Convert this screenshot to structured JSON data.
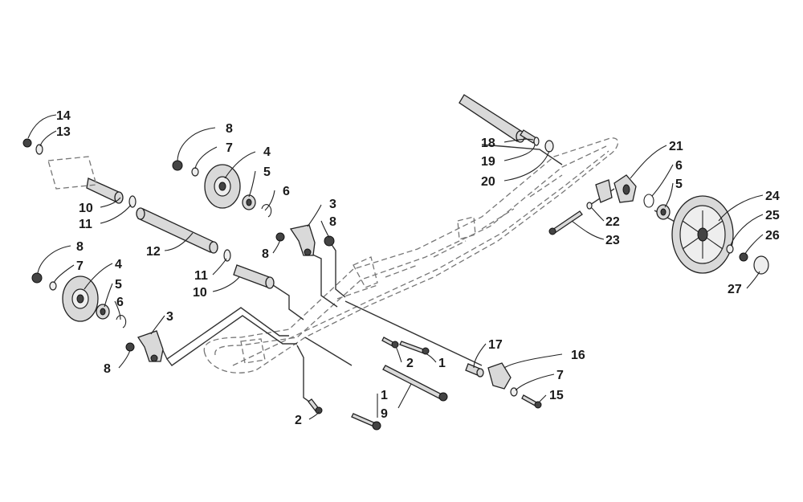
{
  "callouts": [
    {
      "id": "c-14a",
      "text": "14"
    },
    {
      "id": "c-13a",
      "text": "13"
    },
    {
      "id": "c-8a",
      "text": "8"
    },
    {
      "id": "c-7a",
      "text": "7"
    },
    {
      "id": "c-4a",
      "text": "4"
    },
    {
      "id": "c-5a",
      "text": "5"
    },
    {
      "id": "c-6a",
      "text": "6"
    },
    {
      "id": "c-10a",
      "text": "10"
    },
    {
      "id": "c-11a",
      "text": "11"
    },
    {
      "id": "c-12",
      "text": "12"
    },
    {
      "id": "c-3a",
      "text": "3"
    },
    {
      "id": "c-8b",
      "text": "8"
    },
    {
      "id": "c-8c",
      "text": "8"
    },
    {
      "id": "c-11b",
      "text": "11"
    },
    {
      "id": "c-10b",
      "text": "10"
    },
    {
      "id": "c-8d",
      "text": "8"
    },
    {
      "id": "c-7b",
      "text": "7"
    },
    {
      "id": "c-4b",
      "text": "4"
    },
    {
      "id": "c-5b",
      "text": "5"
    },
    {
      "id": "c-6b",
      "text": "6"
    },
    {
      "id": "c-3b",
      "text": "3"
    },
    {
      "id": "c-8e",
      "text": "8"
    },
    {
      "id": "c-2a",
      "text": "2"
    },
    {
      "id": "c-1a",
      "text": "1"
    },
    {
      "id": "c-1b",
      "text": "1"
    },
    {
      "id": "c-9",
      "text": "9"
    },
    {
      "id": "c-2b",
      "text": "2"
    },
    {
      "id": "c-17",
      "text": "17"
    },
    {
      "id": "c-16",
      "text": "16"
    },
    {
      "id": "c-7c",
      "text": "7"
    },
    {
      "id": "c-15",
      "text": "15"
    },
    {
      "id": "c-18",
      "text": "18"
    },
    {
      "id": "c-19",
      "text": "19"
    },
    {
      "id": "c-20",
      "text": "20"
    },
    {
      "id": "c-21",
      "text": "21"
    },
    {
      "id": "c-6c",
      "text": "6"
    },
    {
      "id": "c-5c",
      "text": "5"
    },
    {
      "id": "c-22",
      "text": "22"
    },
    {
      "id": "c-23",
      "text": "23"
    },
    {
      "id": "c-24",
      "text": "24"
    },
    {
      "id": "c-25",
      "text": "25"
    },
    {
      "id": "c-26",
      "text": "26"
    },
    {
      "id": "c-27",
      "text": "27"
    }
  ],
  "colors": {
    "ink": "#222222",
    "part_fill": "#d9d9d9",
    "frame_line": "#777777",
    "background": "#ffffff"
  }
}
